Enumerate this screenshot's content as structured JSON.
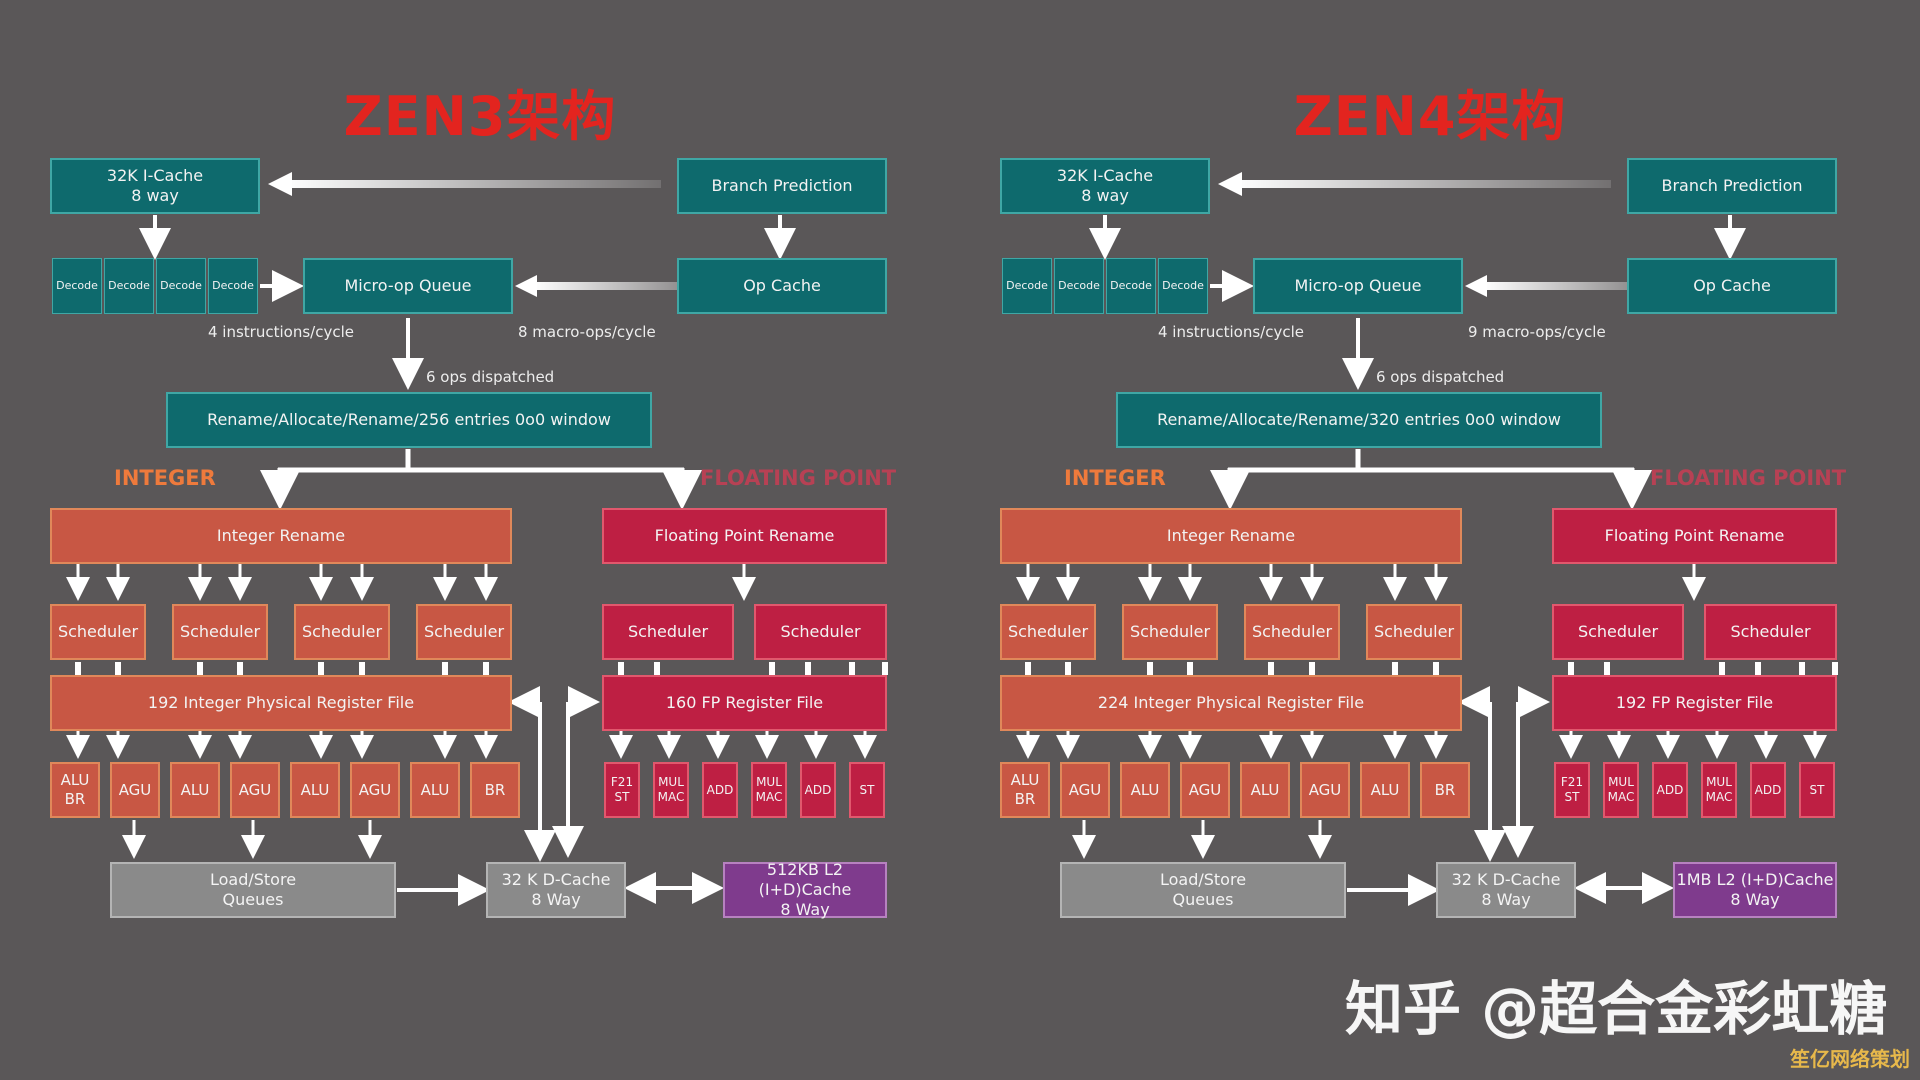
{
  "colors": {
    "background": "#5a5758",
    "title": "#e3241f",
    "teal": "#0e6a6d",
    "integer": "#c85744",
    "floating": "#be1f43",
    "memory": "#8a8a8a",
    "l2": "#7f3b8d"
  },
  "zen3": {
    "title": "ZEN3架构",
    "icache": "32K I-Cache\n8 way",
    "branch": "Branch Prediction",
    "decode": "Decode",
    "uop_queue": "Micro-op Queue",
    "op_cache": "Op Cache",
    "instr_rate": "4 instructions/cycle",
    "macro_rate": "8 macro-ops/cycle",
    "dispatch": "6 ops dispatched",
    "rename": "Rename/Allocate/Rename/256 entries 0o0 window",
    "integer_label": "INTEGER",
    "fp_label": "FLOATING POINT",
    "int_rename": "Integer Rename",
    "fp_rename": "Floating Point Rename",
    "scheduler": "Scheduler",
    "int_regfile": "192 Integer Physical Register File",
    "fp_regfile": "160 FP Register File",
    "int_units": [
      "ALU\nBR",
      "AGU",
      "ALU",
      "AGU",
      "ALU",
      "AGU",
      "ALU",
      "BR"
    ],
    "fp_units": [
      "F21\nST",
      "MUL\nMAC",
      "ADD",
      "MUL\nMAC",
      "ADD",
      "ST"
    ],
    "loadstore": "Load/Store\nQueues",
    "dcache": "32 K D-Cache\n8 Way",
    "l2": "512KB L2 (I+D)Cache\n8 Way"
  },
  "zen4": {
    "title": "ZEN4架构",
    "icache": "32K I-Cache\n8 way",
    "branch": "Branch Prediction",
    "decode": "Decode",
    "uop_queue": "Micro-op Queue",
    "op_cache": "Op Cache",
    "instr_rate": "4 instructions/cycle",
    "macro_rate": "9 macro-ops/cycle",
    "dispatch": "6 ops dispatched",
    "rename": "Rename/Allocate/Rename/320 entries 0o0 window",
    "integer_label": "INTEGER",
    "fp_label": "FLOATING POINT",
    "int_rename": "Integer Rename",
    "fp_rename": "Floating Point Rename",
    "scheduler": "Scheduler",
    "int_regfile": "224 Integer Physical Register File",
    "fp_regfile": "192 FP Register File",
    "int_units": [
      "ALU\nBR",
      "AGU",
      "ALU",
      "AGU",
      "ALU",
      "AGU",
      "ALU",
      "BR"
    ],
    "fp_units": [
      "F21\nST",
      "MUL\nMAC",
      "ADD",
      "MUL\nMAC",
      "ADD",
      "ST"
    ],
    "loadstore": "Load/Store\nQueues",
    "dcache": "32 K D-Cache\n8 Way",
    "l2": "1MB L2 (I+D)Cache\n8 Way"
  },
  "watermark": "知乎 @超合金彩虹糖",
  "corner_mark": "笙亿网络策划"
}
